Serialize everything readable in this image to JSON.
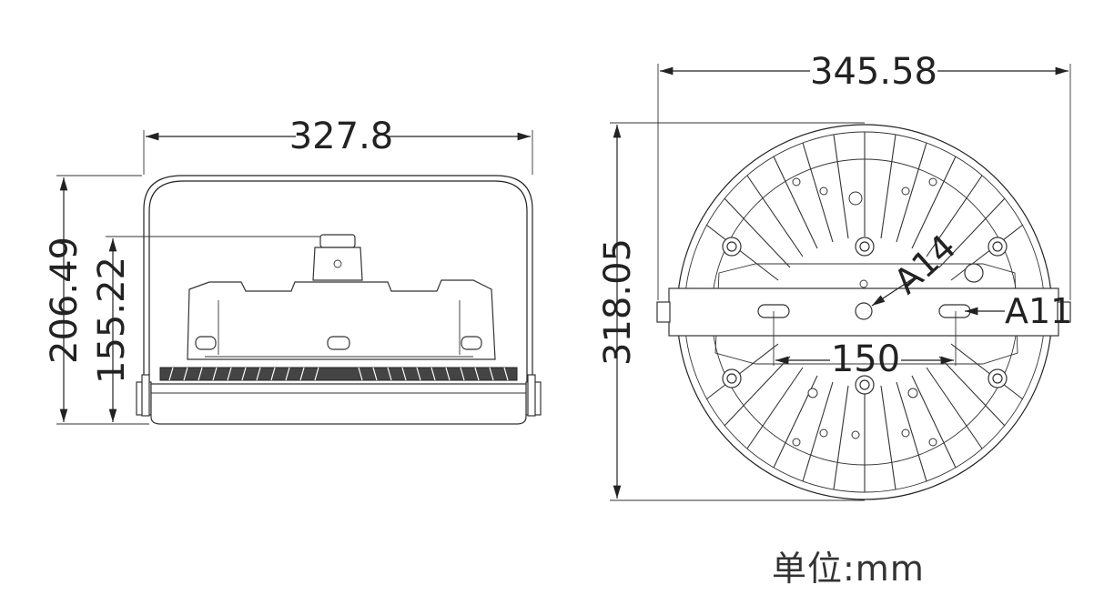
{
  "dimensions": {
    "side_width": "327.8",
    "side_total_height": "206.49",
    "side_body_height": "155.22",
    "front_width": "345.58",
    "front_height": "318.05",
    "mount_spacing": "150",
    "callout_a14": "A14",
    "callout_a11": "A11"
  },
  "unit_label": "单位:mm"
}
